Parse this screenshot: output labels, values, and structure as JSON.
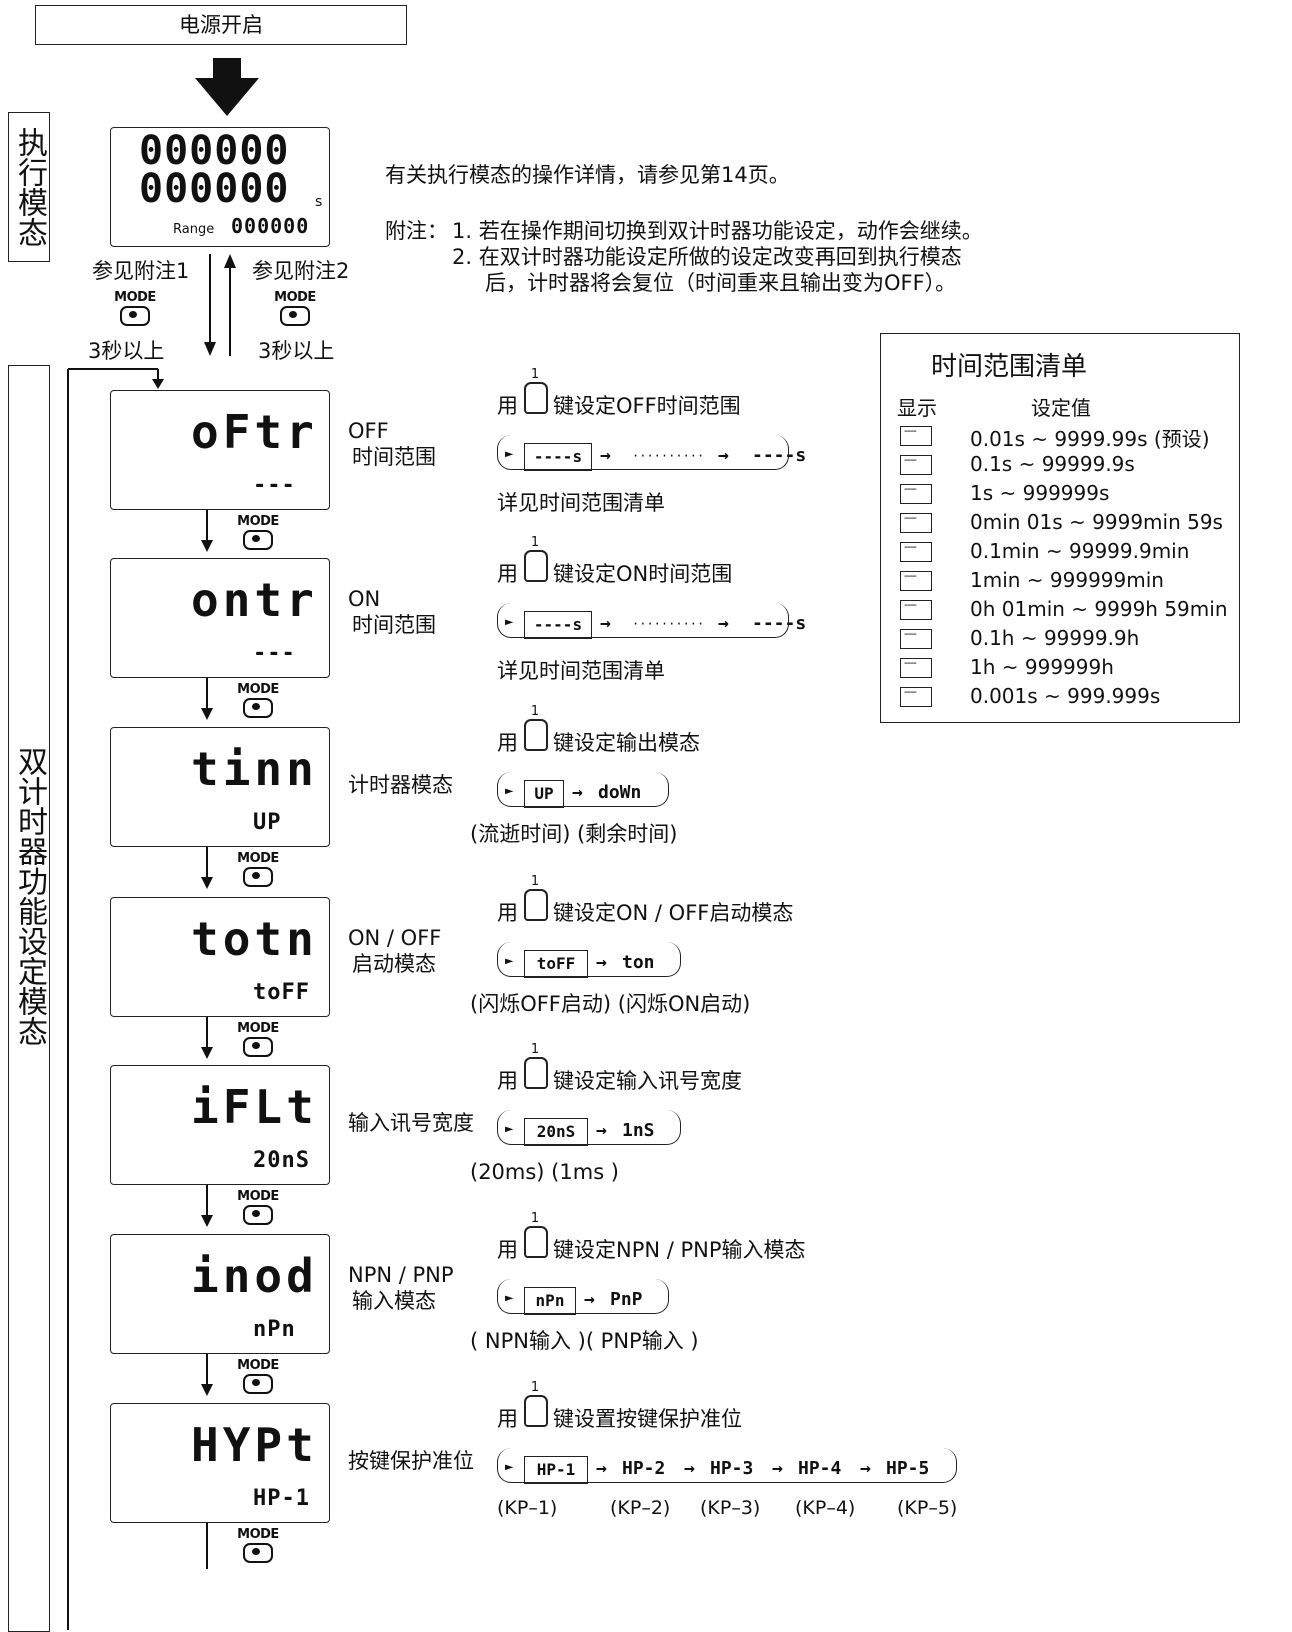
{
  "power_on": "电源开启",
  "run_mode_label": "执行模态",
  "dual_timer_label": "双计时器功能设定模态",
  "main_display": {
    "top": "000000",
    "bottom": "000000",
    "unit": "s",
    "range_label": "Range",
    "range_value": "000000"
  },
  "note_ref1": "参见附注1",
  "note_ref2": "参见附注2",
  "mode_key_text": "MODE",
  "hold_3s": "3秒以上",
  "run_mode_info": "有关执行模态的操作详情，请参见第14页。",
  "notes": {
    "prefix": "附注：",
    "note1": "1. 若在操作期间切换到双计时器功能设定，动作会继续。",
    "note2a": "2. 在双计时器功能设定所做的设定改变再回到执行模态",
    "note2b": "后，计时器将会复位（时间重来且输出变为OFF）。"
  },
  "key_number": "1",
  "use_label": "用",
  "settings": [
    {
      "lcd_main": "oFtr",
      "lcd_sub": "---",
      "name1": "OFF",
      "name2": "时间范围",
      "instruction": "键设定OFF时间范围",
      "note": "详见时间范围清单",
      "seq_first": "----s",
      "seq_dots": "··········",
      "seq_last": "----s"
    },
    {
      "lcd_main": "ontr",
      "lcd_sub": "---",
      "name1": "ON",
      "name2": "时间范围",
      "instruction": "键设定ON时间范围",
      "note": "详见时间范围清单",
      "seq_first": "----s",
      "seq_dots": "··········",
      "seq_last": "----s"
    },
    {
      "lcd_main": "tinn",
      "lcd_sub": "UP",
      "name1": "计时器模态",
      "name2": "",
      "instruction": "键设定输出模态",
      "seq": [
        "UP",
        "doWn"
      ],
      "captions": "(流逝时间) (剩余时间)"
    },
    {
      "lcd_main": "totn",
      "lcd_sub": "toFF",
      "name1": "ON / OFF",
      "name2": "启动模态",
      "instruction": "键设定ON / OFF启动模态",
      "seq": [
        "toFF",
        "ton"
      ],
      "captions": "(闪烁OFF启动) (闪烁ON启动)"
    },
    {
      "lcd_main": "iFLt",
      "lcd_sub": "20nS",
      "name1": "输入讯号宽度",
      "name2": "",
      "instruction": "键设定输入讯号宽度",
      "seq": [
        "20nS",
        "1nS"
      ],
      "captions": "(20ms)    (1ms )"
    },
    {
      "lcd_main": "inod",
      "lcd_sub": "nPn",
      "name1": "NPN / PNP",
      "name2": "输入模态",
      "instruction": "键设定NPN / PNP输入模态",
      "seq": [
        "nPn",
        "PnP"
      ],
      "captions": "( NPN输入 )( PNP输入 )"
    },
    {
      "lcd_main": "HYPt",
      "lcd_sub": "HP-1",
      "name1": "按键保护准位",
      "name2": "",
      "instruction": "键设置按键保护准位",
      "seq": [
        "HP-1",
        "HP-2",
        "HP-3",
        "HP-4",
        "HP-5"
      ],
      "captions": [
        "(KP–1)",
        "(KP–2)",
        "(KP–3)",
        "(KP–4)",
        "(KP–5)"
      ]
    }
  ],
  "time_range_list": {
    "title": "时间范围清单",
    "col_display": "显示",
    "col_value": "设定值",
    "rows": [
      "0.01s ~ 9999.99s (预设)",
      "0.1s ~ 99999.9s",
      "1s ~ 999999s",
      "0min 01s ~ 9999min 59s",
      "0.1min ~ 99999.9min",
      "1min ~ 999999min",
      "0h 01min ~ 9999h 59min",
      "0.1h ~ 99999.9h",
      "1h ~ 999999h",
      "0.001s ~ 999.999s"
    ]
  }
}
